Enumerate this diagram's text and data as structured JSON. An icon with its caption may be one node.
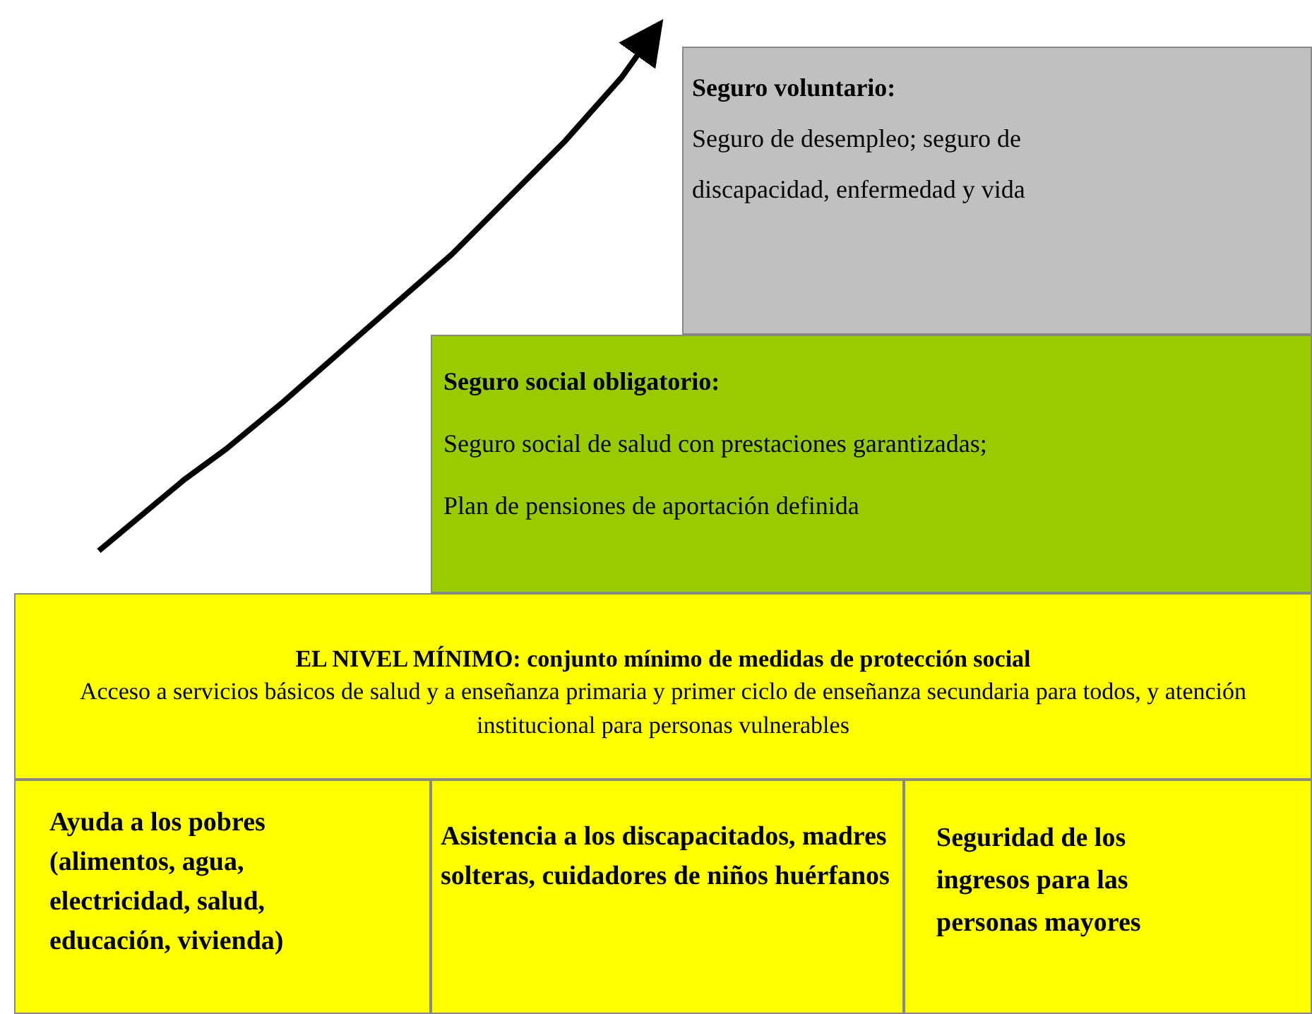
{
  "diagram": {
    "nodes": [
      {
        "text": [
          "Seguro voluntario:",
          "Seguro de desempleo; seguro de discapacidad, enfermedad y vida"
        ]
      },
      {
        "text": [
          "Seguro social obligatorio:",
          "Seguro social de salud con prestaciones garantizadas;",
          "Plan de pensiones de aportación definida"
        ]
      },
      {
        "text": [
          "EL NIVEL MÍNIMO: conjunto mínimo de medidas de protección social",
          "Acceso a servicios básicos de salud y a enseñanza primaria y primer ciclo de enseñanza secundaria para todos, y atención institucional para personas vulnerables"
        ]
      },
      {
        "text": [
          "Ayuda a los pobres (alimentos, agua, electricidad, salud, educación, vivienda)"
        ]
      },
      {
        "text": [
          "Asistencia a los discapacitados, madres solteras, cuidadores de niños huérfanos"
        ]
      },
      {
        "text": [
          "Seguridad de los ingresos para las personas mayores"
        ]
      }
    ],
    "edges": []
  }
}
